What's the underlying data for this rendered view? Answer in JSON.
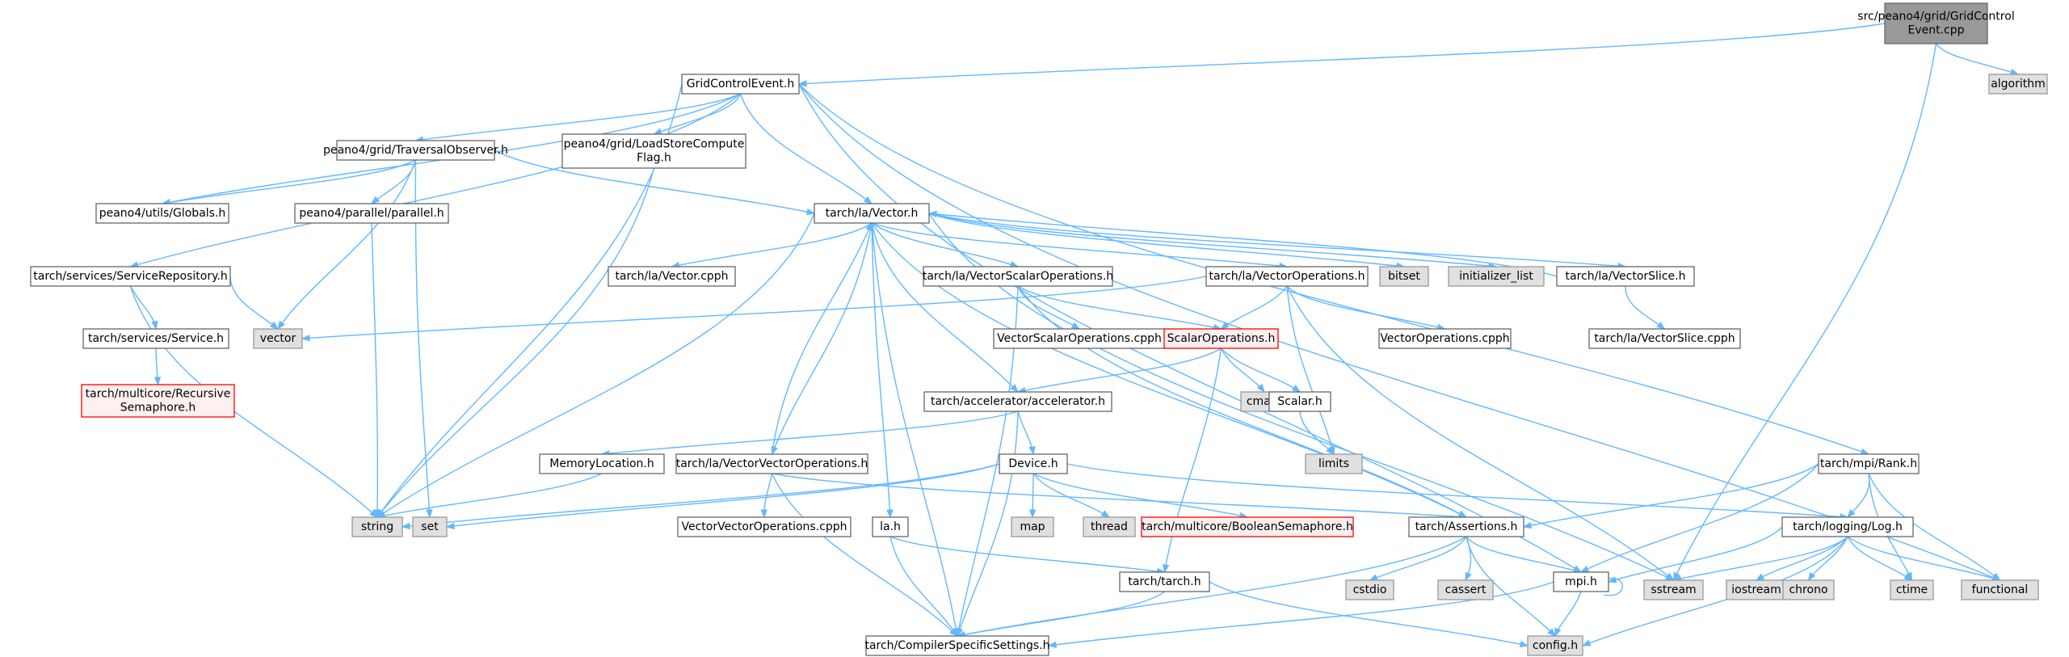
{
  "colors": {
    "edge": "#63b8ff",
    "node_fill": "#ffffff",
    "node_stroke": "#666666",
    "root_fill": "#999999",
    "root_stroke": "#666666",
    "external_fill": "#e0e0e0",
    "external_stroke": "#999999",
    "incomplete_fill": "#fff0f0",
    "incomplete_stroke": "#ff0000"
  },
  "nodes": {
    "root": {
      "lines": [
        "src/peano4/grid/GridControl",
        "Event.cpp"
      ],
      "kind": "root"
    },
    "algorithm": {
      "lines": [
        "algorithm"
      ],
      "kind": "external"
    },
    "gce": {
      "lines": [
        "GridControlEvent.h"
      ],
      "kind": "normal"
    },
    "traversal": {
      "lines": [
        "peano4/grid/TraversalObserver.h"
      ],
      "kind": "normal"
    },
    "loadstore": {
      "lines": [
        "peano4/grid/LoadStoreCompute",
        "Flag.h"
      ],
      "kind": "normal"
    },
    "globals": {
      "lines": [
        "peano4/utils/Globals.h"
      ],
      "kind": "normal"
    },
    "parallel": {
      "lines": [
        "peano4/parallel/parallel.h"
      ],
      "kind": "normal"
    },
    "vector_h": {
      "lines": [
        "tarch/la/Vector.h"
      ],
      "kind": "normal"
    },
    "servrepo": {
      "lines": [
        "tarch/services/ServiceRepository.h"
      ],
      "kind": "normal"
    },
    "service": {
      "lines": [
        "tarch/services/Service.h"
      ],
      "kind": "normal"
    },
    "recsem": {
      "lines": [
        "tarch/multicore/Recursive",
        "Semaphore.h"
      ],
      "kind": "incomplete"
    },
    "vector_std": {
      "lines": [
        "vector"
      ],
      "kind": "external"
    },
    "vector_cpph": {
      "lines": [
        "tarch/la/Vector.cpph"
      ],
      "kind": "normal"
    },
    "vso_h": {
      "lines": [
        "tarch/la/VectorScalarOperations.h"
      ],
      "kind": "normal"
    },
    "vo_h": {
      "lines": [
        "tarch/la/VectorOperations.h"
      ],
      "kind": "normal"
    },
    "bitset": {
      "lines": [
        "bitset"
      ],
      "kind": "external"
    },
    "initlist": {
      "lines": [
        "initializer_list"
      ],
      "kind": "external"
    },
    "vslice_h": {
      "lines": [
        "tarch/la/VectorSlice.h"
      ],
      "kind": "normal"
    },
    "vslice_cpph": {
      "lines": [
        "tarch/la/VectorSlice.cpph"
      ],
      "kind": "normal"
    },
    "vso_cpph": {
      "lines": [
        "VectorScalarOperations.cpph"
      ],
      "kind": "normal"
    },
    "scalarops": {
      "lines": [
        "ScalarOperations.h"
      ],
      "kind": "incomplete"
    },
    "vo_cpph": {
      "lines": [
        "VectorOperations.cpph"
      ],
      "kind": "normal"
    },
    "accel": {
      "lines": [
        "tarch/accelerator/accelerator.h"
      ],
      "kind": "normal"
    },
    "cmath": {
      "lines": [
        "cmath"
      ],
      "kind": "external"
    },
    "scalar_h": {
      "lines": [
        "Scalar.h"
      ],
      "kind": "normal"
    },
    "limits": {
      "lines": [
        "limits"
      ],
      "kind": "external"
    },
    "rank": {
      "lines": [
        "tarch/mpi/Rank.h"
      ],
      "kind": "normal"
    },
    "memloc": {
      "lines": [
        "MemoryLocation.h"
      ],
      "kind": "normal"
    },
    "vvo_h": {
      "lines": [
        "tarch/la/VectorVectorOperations.h"
      ],
      "kind": "normal"
    },
    "device": {
      "lines": [
        "Device.h"
      ],
      "kind": "normal"
    },
    "string": {
      "lines": [
        "string"
      ],
      "kind": "external"
    },
    "set": {
      "lines": [
        "set"
      ],
      "kind": "external"
    },
    "map": {
      "lines": [
        "map"
      ],
      "kind": "external"
    },
    "thread": {
      "lines": [
        "thread"
      ],
      "kind": "external"
    },
    "boolsem": {
      "lines": [
        "tarch/multicore/BooleanSemaphore.h"
      ],
      "kind": "incomplete"
    },
    "assertions": {
      "lines": [
        "tarch/Assertions.h"
      ],
      "kind": "normal"
    },
    "log_h": {
      "lines": [
        "tarch/logging/Log.h"
      ],
      "kind": "normal"
    },
    "vvo_cpph": {
      "lines": [
        "VectorVectorOperations.cpph"
      ],
      "kind": "normal"
    },
    "la_h": {
      "lines": [
        "la.h"
      ],
      "kind": "normal"
    },
    "cstdio": {
      "lines": [
        "cstdio"
      ],
      "kind": "external"
    },
    "cassert": {
      "lines": [
        "cassert"
      ],
      "kind": "external"
    },
    "mpi_h": {
      "lines": [
        "mpi.h"
      ],
      "kind": "normal"
    },
    "sstream": {
      "lines": [
        "sstream"
      ],
      "kind": "external"
    },
    "iostream": {
      "lines": [
        "iostream"
      ],
      "kind": "external"
    },
    "chrono": {
      "lines": [
        "chrono"
      ],
      "kind": "external"
    },
    "ctime": {
      "lines": [
        "ctime"
      ],
      "kind": "external"
    },
    "functional": {
      "lines": [
        "functional"
      ],
      "kind": "external"
    },
    "tarch_h": {
      "lines": [
        "tarch/tarch.h"
      ],
      "kind": "normal"
    },
    "config_h": {
      "lines": [
        "config.h"
      ],
      "kind": "external"
    },
    "compiler": {
      "lines": [
        "tarch/CompilerSpecificSettings.h"
      ],
      "kind": "normal"
    }
  },
  "edges": [
    [
      "root",
      "gce"
    ],
    [
      "root",
      "algorithm"
    ],
    [
      "root",
      "sstream"
    ],
    [
      "gce",
      "traversal"
    ],
    [
      "gce",
      "loadstore"
    ],
    [
      "gce",
      "globals"
    ],
    [
      "gce",
      "vector_h"
    ],
    [
      "gce",
      "servrepo"
    ],
    [
      "gce",
      "string"
    ],
    [
      "gce",
      "rank"
    ],
    [
      "gce",
      "mpi_h"
    ],
    [
      "gce",
      "functional"
    ],
    [
      "traversal",
      "globals"
    ],
    [
      "traversal",
      "parallel"
    ],
    [
      "traversal",
      "vector_h"
    ],
    [
      "traversal",
      "vector_std"
    ],
    [
      "traversal",
      "set"
    ],
    [
      "loadstore",
      "string"
    ],
    [
      "parallel",
      "string"
    ],
    [
      "servrepo",
      "service"
    ],
    [
      "servrepo",
      "vector_std"
    ],
    [
      "servrepo",
      "string"
    ],
    [
      "service",
      "recsem"
    ],
    [
      "vector_h",
      "vector_cpph"
    ],
    [
      "vector_h",
      "vso_h"
    ],
    [
      "vector_h",
      "vo_h"
    ],
    [
      "vector_h",
      "bitset"
    ],
    [
      "vector_h",
      "initlist"
    ],
    [
      "vector_h",
      "vslice_h"
    ],
    [
      "vector_h",
      "string"
    ],
    [
      "vector_h",
      "accel"
    ],
    [
      "vector_h",
      "vvo_h"
    ],
    [
      "vector_h",
      "la_h"
    ],
    [
      "vector_h",
      "compiler"
    ],
    [
      "vector_h",
      "assertions"
    ],
    [
      "vector_h",
      "sstream"
    ],
    [
      "vso_h",
      "vso_cpph"
    ],
    [
      "vso_h",
      "scalarops"
    ],
    [
      "vso_h",
      "compiler"
    ],
    [
      "vso_h",
      "assertions"
    ],
    [
      "vo_h",
      "vo_cpph"
    ],
    [
      "vo_h",
      "scalarops"
    ],
    [
      "vo_h",
      "limits"
    ],
    [
      "vo_h",
      "vector_std"
    ],
    [
      "vo_h",
      "sstream"
    ],
    [
      "vslice_h",
      "vslice_cpph"
    ],
    [
      "vslice_h",
      "vector_h"
    ],
    [
      "scalarops",
      "accel"
    ],
    [
      "scalarops",
      "cmath"
    ],
    [
      "scalarops",
      "scalar_h"
    ],
    [
      "scalarops",
      "tarch_h"
    ],
    [
      "scalar_h",
      "limits"
    ],
    [
      "accel",
      "memloc"
    ],
    [
      "accel",
      "device"
    ],
    [
      "accel",
      "compiler"
    ],
    [
      "memloc",
      "string"
    ],
    [
      "vvo_h",
      "vvo_cpph"
    ],
    [
      "vvo_h",
      "vector_h"
    ],
    [
      "vvo_h",
      "assertions"
    ],
    [
      "vvo_h",
      "compiler"
    ],
    [
      "device",
      "string"
    ],
    [
      "device",
      "set"
    ],
    [
      "device",
      "map"
    ],
    [
      "device",
      "thread"
    ],
    [
      "device",
      "boolsem"
    ],
    [
      "device",
      "log_h"
    ],
    [
      "la_h",
      "tarch_h"
    ],
    [
      "la_h",
      "compiler"
    ],
    [
      "rank",
      "assertions"
    ],
    [
      "rank",
      "log_h"
    ],
    [
      "rank",
      "mpi_h"
    ],
    [
      "rank",
      "ctime"
    ],
    [
      "rank",
      "functional"
    ],
    [
      "assertions",
      "cstdio"
    ],
    [
      "assertions",
      "cassert"
    ],
    [
      "assertions",
      "mpi_h"
    ],
    [
      "assertions",
      "config_h"
    ],
    [
      "assertions",
      "compiler"
    ],
    [
      "log_h",
      "mpi_h"
    ],
    [
      "log_h",
      "sstream"
    ],
    [
      "log_h",
      "iostream"
    ],
    [
      "log_h",
      "chrono"
    ],
    [
      "log_h",
      "ctime"
    ],
    [
      "log_h",
      "functional"
    ],
    [
      "log_h",
      "config_h"
    ],
    [
      "mpi_h",
      "mpi_h"
    ],
    [
      "mpi_h",
      "config_h"
    ],
    [
      "mpi_h",
      "compiler"
    ],
    [
      "tarch_h",
      "config_h"
    ],
    [
      "tarch_h",
      "compiler"
    ]
  ]
}
